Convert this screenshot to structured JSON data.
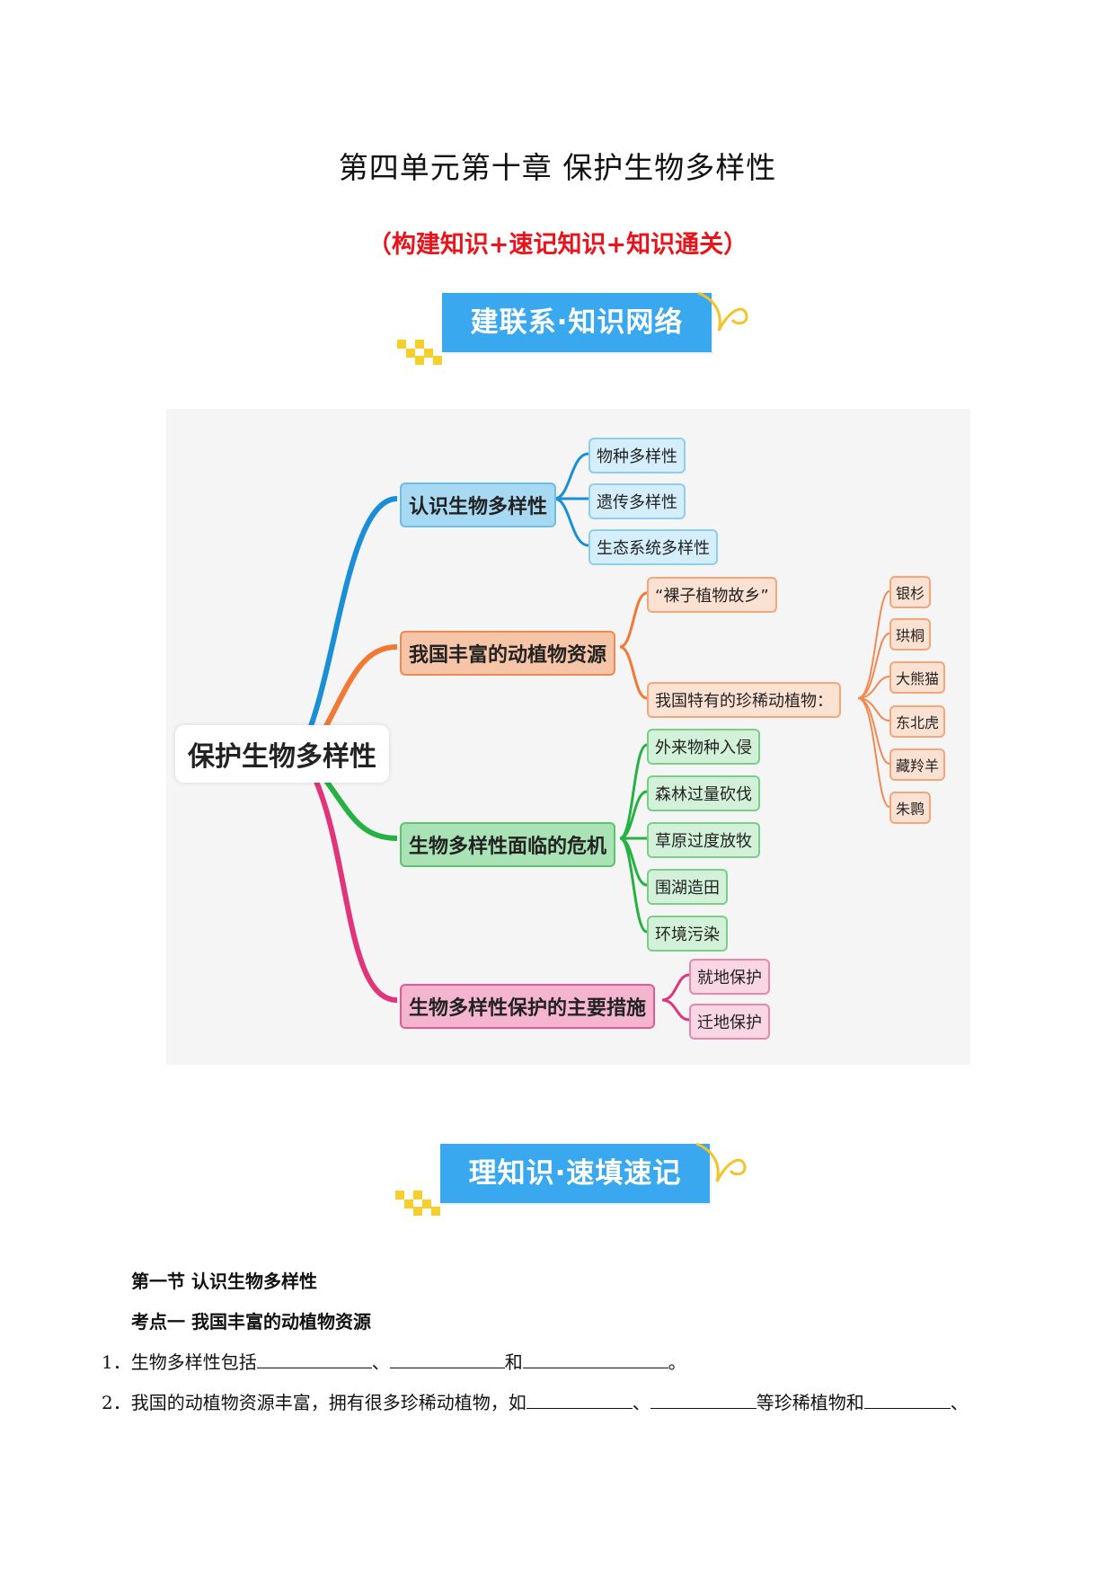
{
  "title": "第四单元第十章  保护生物多样性",
  "subtitle": "（构建知识+速记知识+知识通关）",
  "banner1": "建联系·知识网络",
  "banner2": "理知识·速填速记",
  "mindmap": {
    "root": "保护生物多样性",
    "branch1": {
      "label": "认识生物多样性",
      "children": [
        "物种多样性",
        "遗传多样性",
        "生态系统多样性"
      ]
    },
    "branch2": {
      "label": "我国丰富的动植物资源",
      "children": [
        "“裸子植物故乡”",
        "我国特有的珍稀动植物："
      ],
      "rare": [
        "银杉",
        "珙桐",
        "大熊猫",
        "东北虎",
        "藏羚羊",
        "朱鹮"
      ]
    },
    "branch3": {
      "label": "生物多样性面临的危机",
      "children": [
        "外来物种入侵",
        "森林过量砍伐",
        "草原过度放牧",
        "围湖造田",
        "环境污染"
      ]
    },
    "branch4": {
      "label": "生物多样性保护的主要措施",
      "children": [
        "就地保护",
        "迁地保护"
      ]
    },
    "colors": {
      "blue": "#1a8fd6",
      "orange": "#f07a35",
      "green": "#27b043",
      "pink": "#e0357b"
    }
  },
  "section": {
    "heading": "第一节  认识生物多样性",
    "point": "考点一  我国丰富的动植物资源"
  },
  "questions": {
    "q1": {
      "num": "1．",
      "text1": "生物多样性包括",
      "sep1": "、",
      "sep2": "和",
      "end": "。"
    },
    "q2": {
      "num": "2．",
      "text1": "我国的动植物资源丰富，拥有很多珍稀动植物，如",
      "sep1": "、",
      "text2": "等珍稀植物和",
      "end": "、"
    }
  }
}
